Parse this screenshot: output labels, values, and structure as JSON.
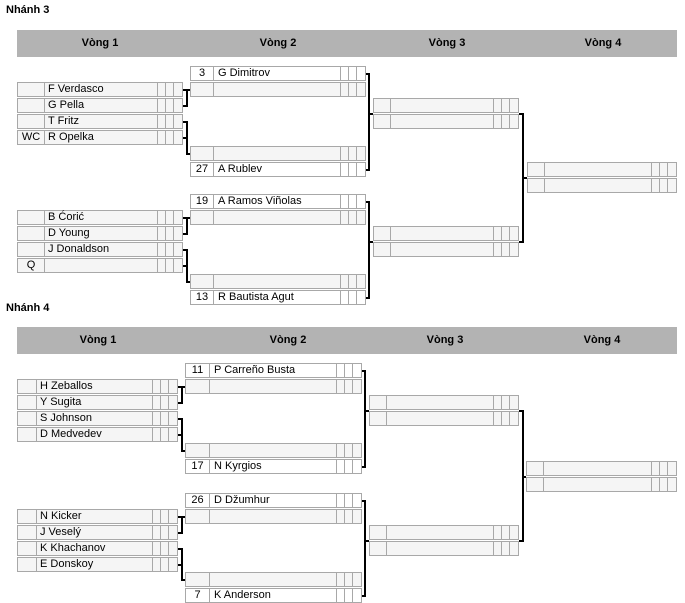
{
  "sections": [
    {
      "title": "Nhánh 3",
      "rounds": [
        "Vòng 1",
        "Vòng 2",
        "Vòng 3",
        "Vòng 4"
      ],
      "r1": [
        {
          "seed": "",
          "name": "F Verdasco"
        },
        {
          "seed": "",
          "name": "G Pella"
        },
        {
          "seed": "",
          "name": "T Fritz"
        },
        {
          "seed": "WC",
          "name": "R Opelka"
        },
        {
          "seed": "",
          "name": "B Ćorić"
        },
        {
          "seed": "",
          "name": "D Young"
        },
        {
          "seed": "",
          "name": "J Donaldson"
        },
        {
          "seed": "Q",
          "name": ""
        }
      ],
      "r2": [
        {
          "seed": "3",
          "name": "G Dimitrov"
        },
        {
          "seed": "",
          "name": ""
        },
        {
          "seed": "",
          "name": ""
        },
        {
          "seed": "27",
          "name": "A Rublev"
        },
        {
          "seed": "19",
          "name": "A Ramos Viñolas"
        },
        {
          "seed": "",
          "name": ""
        },
        {
          "seed": "",
          "name": ""
        },
        {
          "seed": "13",
          "name": "R Bautista Agut"
        }
      ]
    },
    {
      "title": "Nhánh 4",
      "rounds": [
        "Vòng 1",
        "Vòng 2",
        "Vòng 3",
        "Vòng 4"
      ],
      "r1": [
        {
          "seed": "",
          "name": "H Zeballos"
        },
        {
          "seed": "",
          "name": "Y Sugita"
        },
        {
          "seed": "",
          "name": "S Johnson"
        },
        {
          "seed": "",
          "name": "D Medvedev"
        },
        {
          "seed": "",
          "name": "N Kicker"
        },
        {
          "seed": "",
          "name": "J Veselý"
        },
        {
          "seed": "",
          "name": "K Khachanov"
        },
        {
          "seed": "",
          "name": "E Donskoy"
        }
      ],
      "r2": [
        {
          "seed": "11",
          "name": "P Carreño Busta"
        },
        {
          "seed": "",
          "name": ""
        },
        {
          "seed": "",
          "name": ""
        },
        {
          "seed": "17",
          "name": "N Kyrgios"
        },
        {
          "seed": "26",
          "name": "D Džumhur"
        },
        {
          "seed": "",
          "name": ""
        },
        {
          "seed": "",
          "name": ""
        },
        {
          "seed": "7",
          "name": "K Anderson"
        }
      ]
    }
  ]
}
